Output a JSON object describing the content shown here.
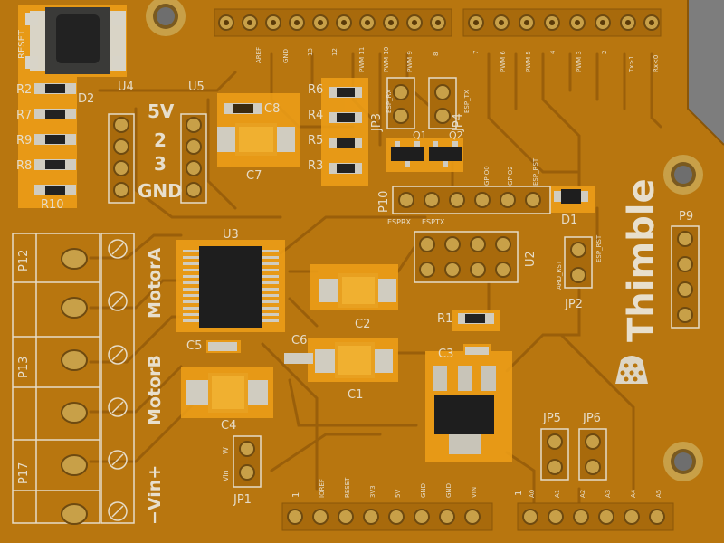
{
  "board": {
    "brand": "Thimble",
    "reset_label": "RESET",
    "power_labels": [
      "5V",
      "2",
      "3",
      "GND"
    ],
    "motor_a": "MotorA",
    "motor_b": "MotorB",
    "vin_label": "−Vin+",
    "resistors": [
      "R2",
      "R7",
      "R9",
      "R8",
      "R10",
      "R6",
      "R4",
      "R5",
      "R3",
      "R1"
    ],
    "caps": [
      "C8",
      "C7",
      "C2",
      "C5",
      "C6",
      "C1",
      "C3",
      "C4"
    ],
    "chips": [
      "U4",
      "U5",
      "U3",
      "U2"
    ],
    "diodes": [
      "D2",
      "D1"
    ],
    "headers": [
      "P12",
      "P13",
      "P17",
      "P9",
      "P10"
    ],
    "jumpers": [
      "JP1",
      "JP2",
      "JP3",
      "JP4",
      "JP5",
      "JP6"
    ],
    "transistors": [
      "Q1",
      "Q2"
    ],
    "top_header_left": [
      "AREF",
      "GND",
      "13",
      "12",
      "PWM 11",
      "PWM 10",
      "PWM 9",
      "8"
    ],
    "top_header_right": [
      "7",
      "PWM 6",
      "PWM 5",
      "4",
      "PWM 3",
      "2",
      "Tx>1",
      "Rx<0"
    ],
    "bottom_header_left": [
      "IOREF",
      "RESET",
      "3V3",
      "5V",
      "GND",
      "GND",
      "VIN"
    ],
    "bottom_header_right": [
      "A0",
      "A1",
      "A2",
      "A3",
      "A4",
      "A5"
    ],
    "esp_labels": [
      "ESPRX",
      "ESPTX",
      "GPIO0",
      "GPIO2",
      "ESP_RST",
      "ESP_RX",
      "ESP_TX"
    ],
    "misc_labels": [
      "ARD_RST",
      "ESP_RST",
      "W",
      "Vin",
      "1",
      "1"
    ]
  },
  "colors": {
    "background": "#7d7d7d",
    "pcb": "#b8760f",
    "pcb_dark": "#a86a0c",
    "pad_highlight": "#f0a018",
    "silkscreen": "#e6dcc8",
    "copper": "#c8a048",
    "trace": "#9a5f0a"
  }
}
